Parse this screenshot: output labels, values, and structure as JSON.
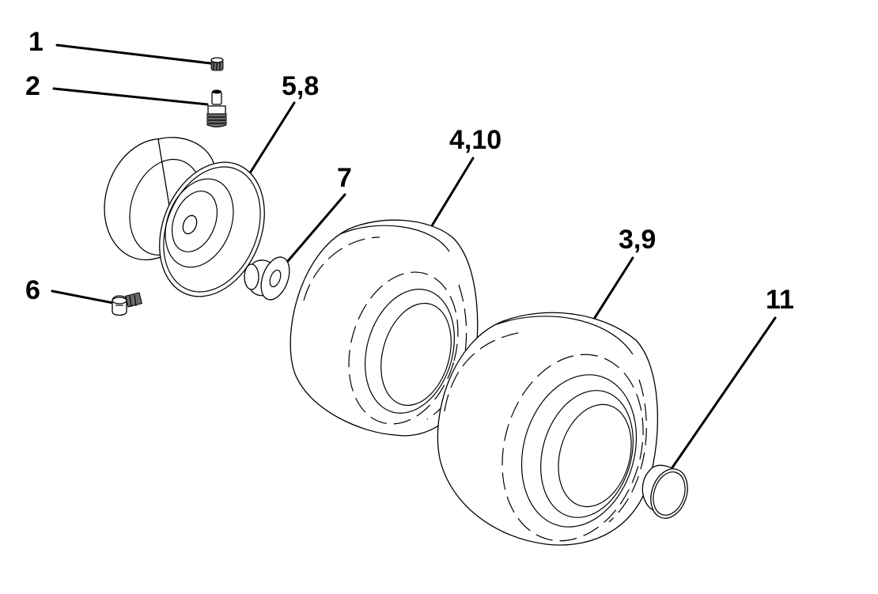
{
  "callouts": {
    "c1": "1",
    "c2": "2",
    "c58": "5,8",
    "c410": "4,10",
    "c7": "7",
    "c39": "3,9",
    "c6": "6",
    "c11": "11"
  },
  "colors": {
    "line": "#000000",
    "background": "#ffffff"
  }
}
